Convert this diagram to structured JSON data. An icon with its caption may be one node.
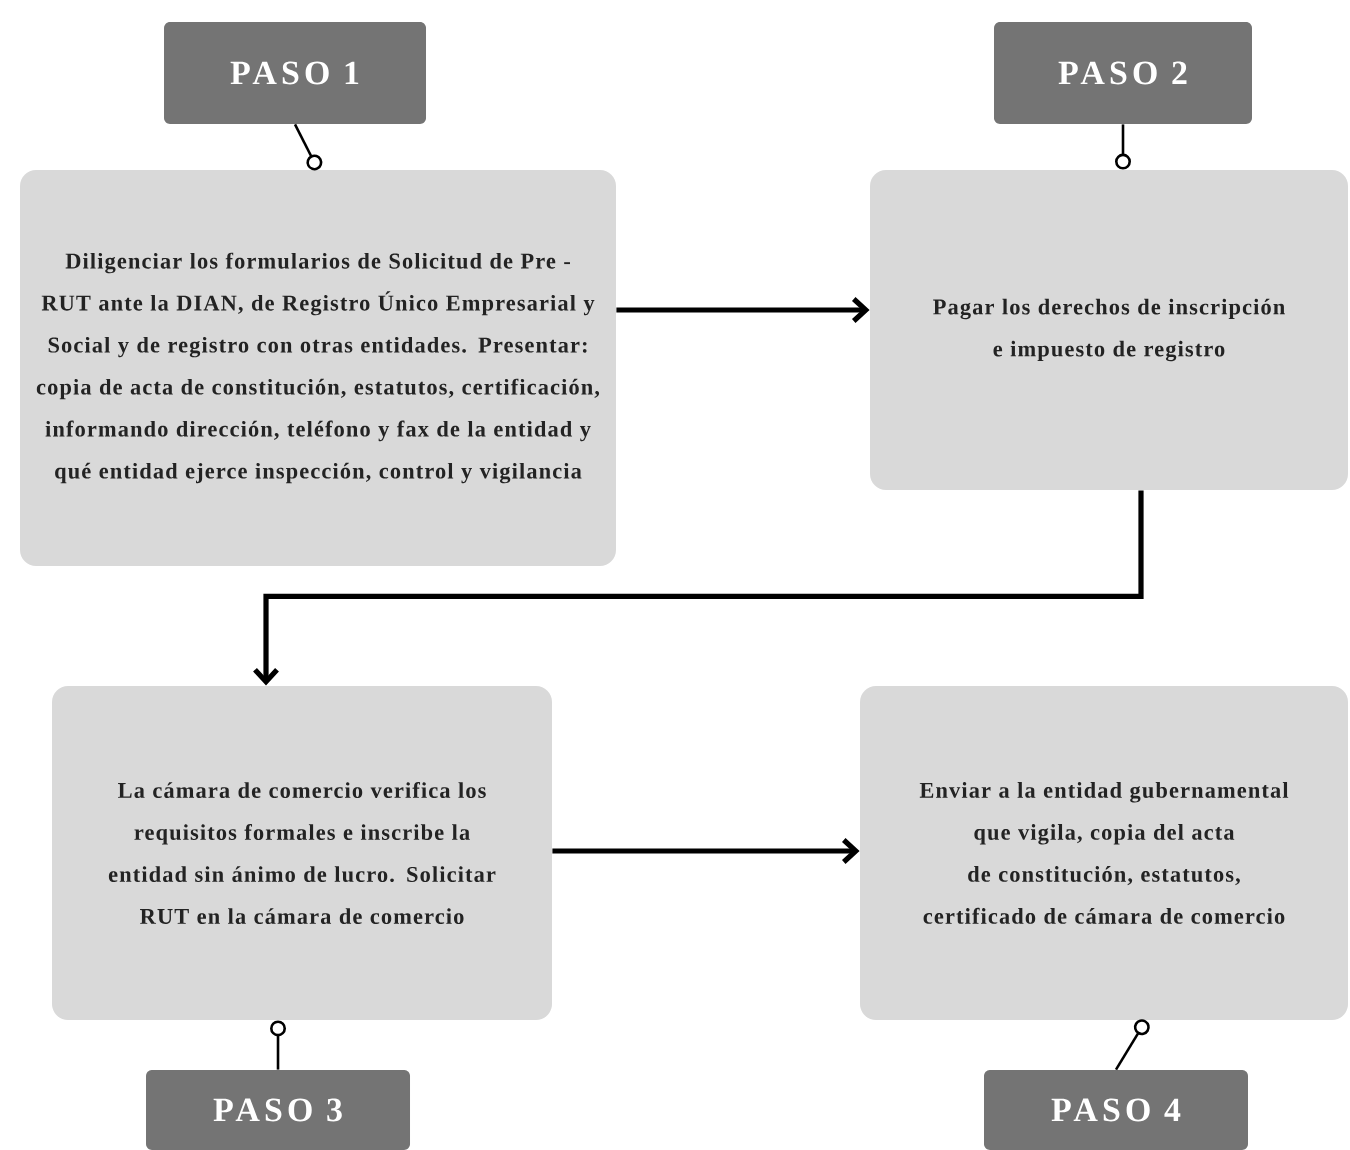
{
  "diagram": {
    "nodes": [
      {
        "text": [
          "PASO 1"
        ]
      },
      {
        "text": [
          "Diligenciar los formularios de Solicitud de Pre - RUT ante la DIAN, de Registro Único Empresarial y Social y de registro con otras entidades. Presentar: copia de acta de constitución, estatutos, certificación, informando dirección, teléfono y fax de la entidad y qué entidad ejerce inspección, control y vigilancia"
        ]
      },
      {
        "text": [
          "PASO 2"
        ]
      },
      {
        "text": [
          "Pagar los derechos de inscripción e impuesto de registro"
        ]
      },
      {
        "text": [
          "La cámara de comercio verifica los requisitos formales e inscribe la entidad sin ánimo de lucro. Solicitar RUT en la cámara de comercio"
        ]
      },
      {
        "text": [
          "PASO 3"
        ]
      },
      {
        "text": [
          "Enviar a la entidad gubernamental que vigila, copia del acta de constitución, estatutos, certificado de cámara de comercio"
        ]
      },
      {
        "text": [
          "PASO 4"
        ]
      }
    ],
    "edges": [
      {
        "from": 0,
        "to": 1,
        "arrow": "other"
      },
      {
        "from": 2,
        "to": 3,
        "arrow": "other"
      },
      {
        "from": 1,
        "to": 3,
        "arrow": "to"
      },
      {
        "from": 3,
        "to": 4,
        "arrow": "to"
      },
      {
        "from": 4,
        "to": 6,
        "arrow": "to"
      },
      {
        "from": 5,
        "to": 4,
        "arrow": "other"
      },
      {
        "from": 7,
        "to": 6,
        "arrow": "other"
      }
    ]
  }
}
